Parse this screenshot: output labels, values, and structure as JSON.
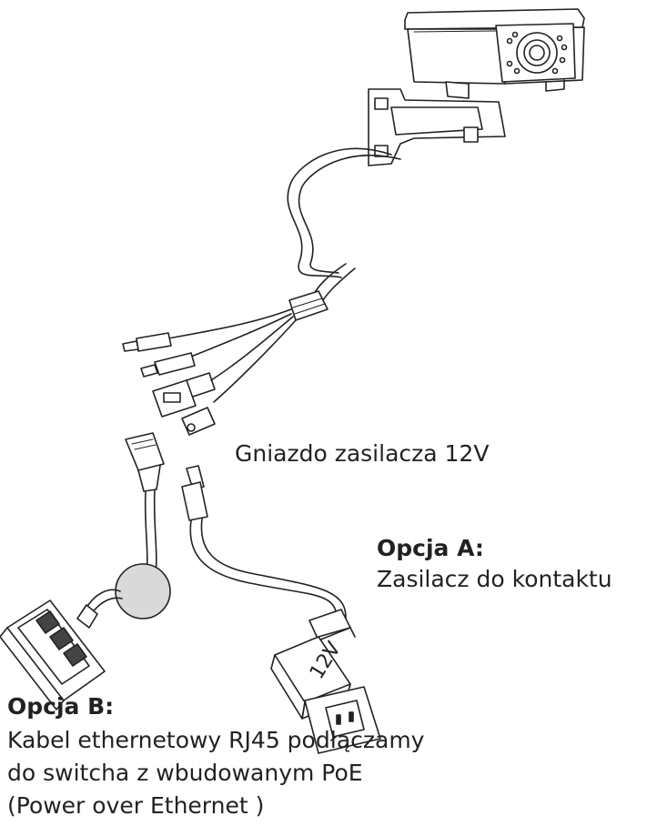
{
  "labels": {
    "power_socket": "Gniazdo zasilacza 12V",
    "option_a_title": "Opcja A:",
    "option_a_text": "Zasilacz do kontaktu",
    "option_b_title": "Opcja B:",
    "option_b_line1": "Kabel ethernetowy RJ45 podłączamy",
    "option_b_line2": "do switcha z wbudowanym PoE",
    "option_b_line3": "(Power over Ethernet )",
    "adapter_voltage": "12V"
  },
  "colors": {
    "line": "#222222",
    "highlight_circle": "#d9d9d9"
  }
}
